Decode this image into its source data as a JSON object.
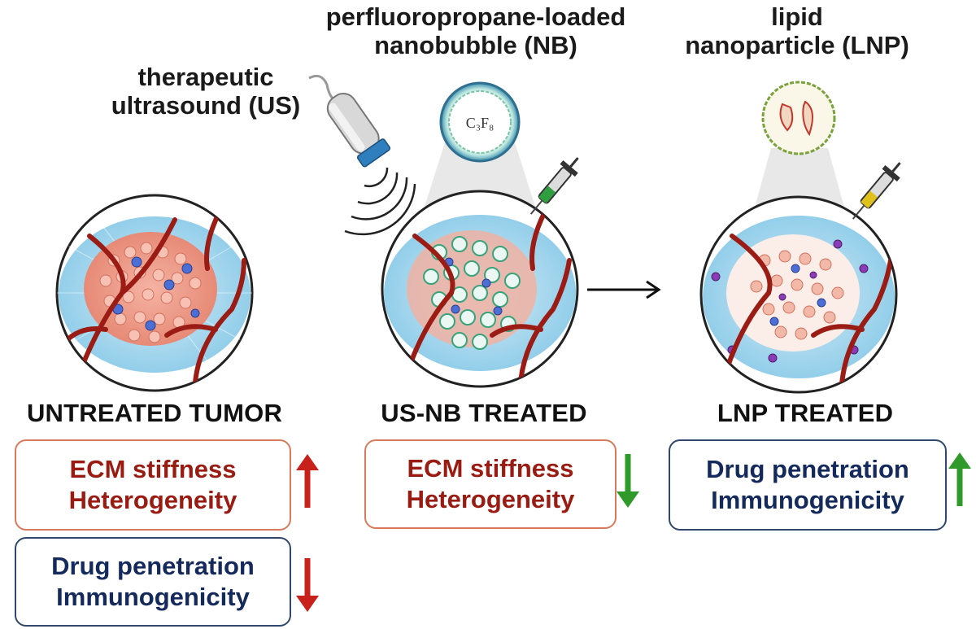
{
  "labels": {
    "ultrasound": [
      "therapeutic",
      "ultrasound (US)"
    ],
    "nanobubble": [
      "perfluoropropane-loaded",
      "nanobubble (NB)"
    ],
    "lnp": [
      "lipid",
      "nanoparticle (LNP)"
    ],
    "nanobubble_core": "C₃F₈"
  },
  "panels": [
    {
      "title": "UNTREATED TUMOR",
      "boxes": [
        {
          "lines": [
            "ECM stiffness",
            "Heterogeneity"
          ],
          "color": "#9a1b12",
          "arrow": "up",
          "arrow_color": "#c8201a"
        },
        {
          "lines": [
            "Drug penetration",
            "Immunogenicity"
          ],
          "color": "#142a5c",
          "arrow": "down",
          "arrow_color": "#c8201a"
        }
      ]
    },
    {
      "title": "US-NB TREATED",
      "boxes": [
        {
          "lines": [
            "ECM stiffness",
            "Heterogeneity"
          ],
          "color": "#9a1b12",
          "arrow": "down",
          "arrow_color": "#2f9a2a"
        }
      ]
    },
    {
      "title": "LNP TREATED",
      "boxes": [
        {
          "lines": [
            "Drug penetration",
            "Immunogenicity"
          ],
          "color": "#142a5c",
          "arrow": "up",
          "arrow_color": "#2f9a2a"
        }
      ]
    }
  ],
  "colors": {
    "ecm": "#a9d8ee",
    "tumor": "#ee9a88",
    "vessel": "#9b1c14",
    "cell_blue": "#4b6fd6",
    "nanobubble": "#bfe8e0",
    "lnp_cell": "#8a3bb5"
  }
}
